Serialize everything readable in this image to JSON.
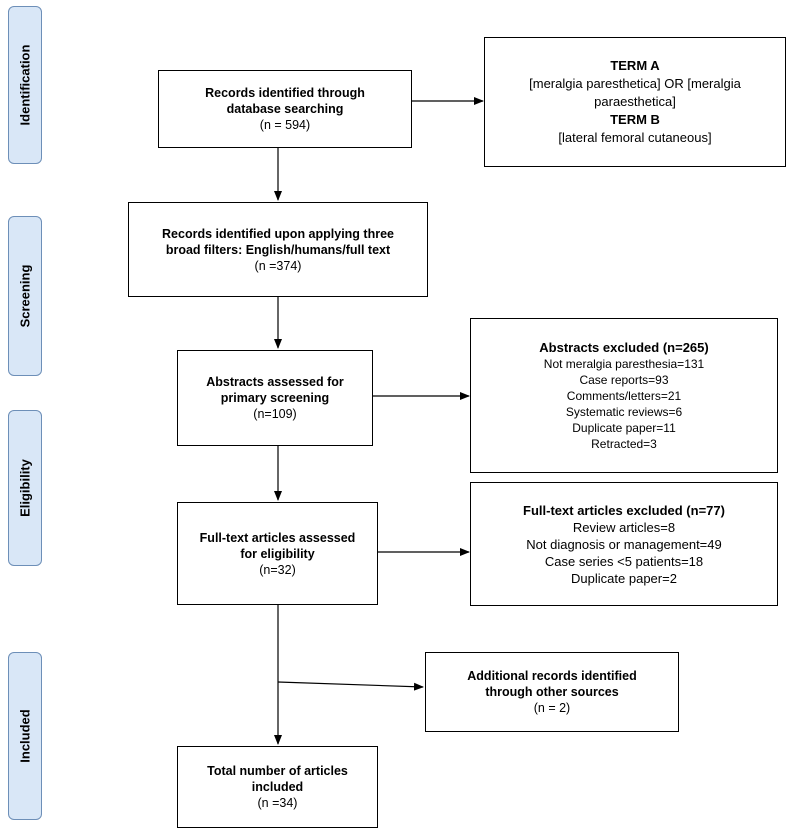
{
  "phases": {
    "identification": "Identification",
    "screening": "Screening",
    "eligibility": "Eligibility",
    "included": "Included"
  },
  "boxes": {
    "records_identified": {
      "title_lines": [
        "Records identified through",
        "database searching"
      ],
      "count": "(n = 594)"
    },
    "terms": {
      "term_a_label": "TERM A",
      "term_a_lines": [
        "[meralgia paresthetica] OR [meralgia",
        "paraesthetica]"
      ],
      "term_b_label": "TERM B",
      "term_b_text": "[lateral femoral cutaneous]"
    },
    "filters": {
      "title_lines": [
        "Records identified upon applying three",
        "broad filters: English/humans/full text"
      ],
      "count": "(n =374)"
    },
    "abstracts_assessed": {
      "title_lines": [
        "Abstracts assessed for",
        "primary screening"
      ],
      "count": "(n=109)"
    },
    "abstracts_excluded": {
      "title": "Abstracts excluded (n=265)",
      "items": [
        "Not meralgia paresthesia=131",
        "Case reports=93",
        "Comments/letters=21",
        "Systematic reviews=6",
        "Duplicate paper=11",
        "Retracted=3"
      ]
    },
    "fulltext_assessed": {
      "title_lines": [
        "Full-text articles assessed",
        "for eligibility"
      ],
      "count": "(n=32)"
    },
    "fulltext_excluded": {
      "title": "Full-text articles excluded (n=77)",
      "items": [
        "Review articles=8",
        "Not diagnosis or management=49",
        "Case series <5 patients=18",
        "Duplicate paper=2"
      ]
    },
    "additional_records": {
      "title_lines": [
        "Additional records identified",
        "through other sources"
      ],
      "count": "(n = 2)"
    },
    "total_included": {
      "title_lines": [
        "Total number of articles",
        "included"
      ],
      "count": "(n =34)"
    }
  }
}
